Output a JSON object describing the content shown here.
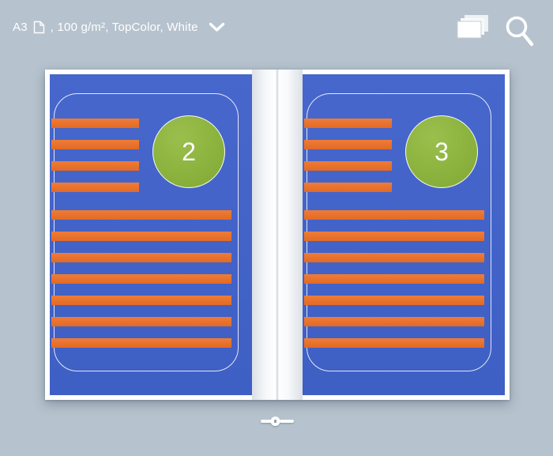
{
  "colors": {
    "background": "#b6c3ce",
    "page_white": "#ffffff",
    "content_blue": "#4263c8",
    "bar_orange": "#e8732d",
    "badge_green": "#8cb440",
    "toolbar_text": "#ffffff"
  },
  "toolbar": {
    "paper_size": "A3",
    "paper_details": ", 100 g/m², TopColor, White",
    "icons": {
      "paper": "paper-sheet-icon",
      "dropdown": "chevron-down-icon",
      "copies": "page-stack-icon",
      "zoom": "magnifier-icon"
    }
  },
  "preview": {
    "left_page": {
      "page_number": "2",
      "short_bar_count": 4,
      "full_bar_count": 7
    },
    "right_page": {
      "page_number": "3",
      "short_bar_count": 4,
      "full_bar_count": 7
    }
  },
  "footer": {
    "handle": "spread-drag-handle"
  }
}
